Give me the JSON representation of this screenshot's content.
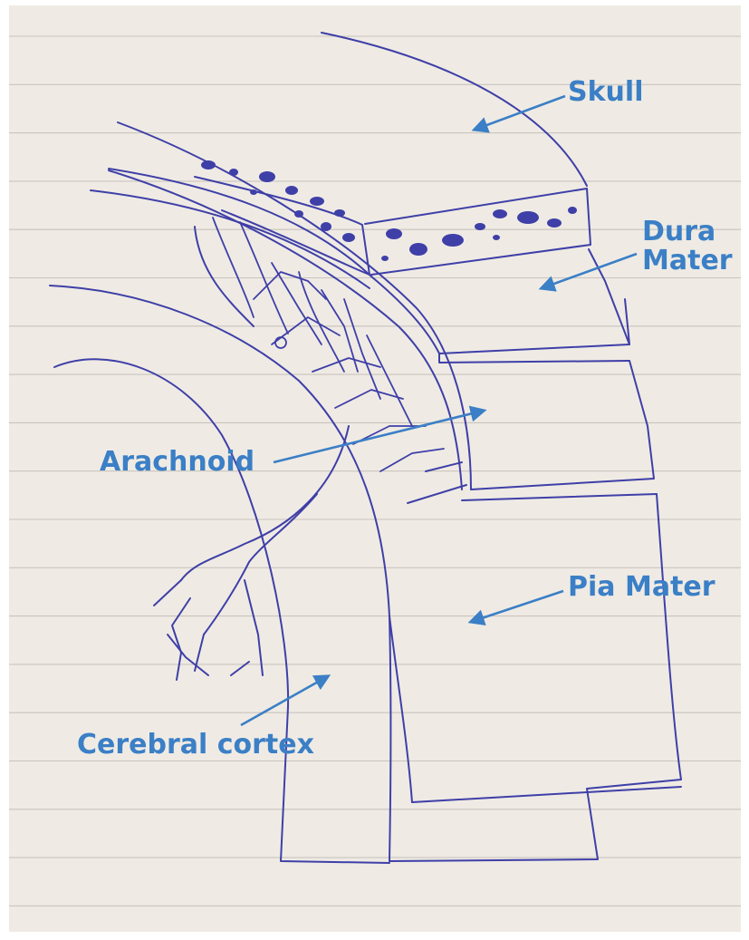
{
  "colors": {
    "paper": "#efebe4",
    "rule_line": "#c9c4bd",
    "ink": "#3f3fa8",
    "label": "#3b7fc6"
  },
  "labels": {
    "skull": "Skull",
    "dura_line1": "Dura",
    "dura_line2": "Mater",
    "arachnoid": "Arachnoid",
    "pia_mater": "Pia Mater",
    "cerebral_cortex": "Cerebral cortex"
  }
}
